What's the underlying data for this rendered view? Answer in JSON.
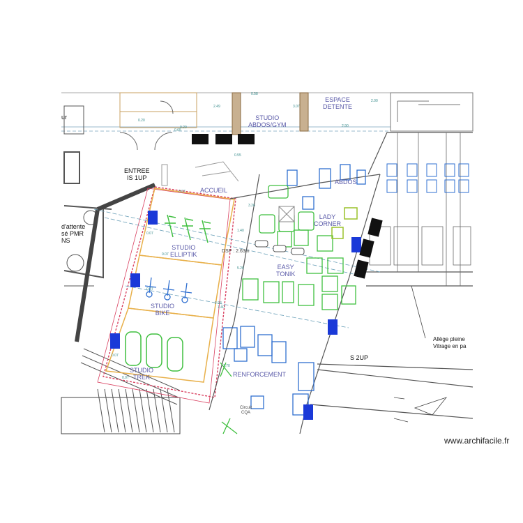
{
  "plan": {
    "rooms": {
      "studio_abdos_gym": [
        "STUDIO",
        "ABDOS/GYM"
      ],
      "espace_detente": [
        "ESPACE",
        "DETENTE"
      ],
      "entree": [
        "ENTREE",
        "IS 1UP"
      ],
      "accueil": "ACCUEIL",
      "abdos": "ABDOS",
      "lady_corner": [
        "LADY",
        "CORNER"
      ],
      "studio_elliptik": [
        "STUDIO",
        "ELLIPTIK"
      ],
      "easy_tonik": [
        "EASY",
        "TONIK"
      ],
      "studio_bike": [
        "STUDIO",
        "BIKE"
      ],
      "studio_trek": [
        "STUDIO",
        "TREK"
      ],
      "renforcement": "RENFORCEMENT",
      "circuit": [
        "Circuit",
        "CQA"
      ],
      "s2up": "S 2UP",
      "salle_attente": [
        "d'attente",
        "sé PMR",
        "NS"
      ],
      "ur": "ur"
    },
    "annotations": {
      "allege_line1": "Allège pleine",
      "allege_line2": "Vitrage en pa",
      "dsp": "DSP : 2.63m"
    },
    "dimensions": [
      "0.07",
      "0.07",
      "0.07",
      "0.07",
      "0.07",
      "0.07",
      "1.40",
      "3.26",
      "5.26",
      "7.70",
      "2.49",
      "3.07",
      "2.00",
      "0.55",
      "0.58",
      "0.20",
      "0.20",
      "2.93",
      "1.40",
      "0.65",
      "2.90"
    ],
    "colors": {
      "wall": "#555555",
      "room_line": "#e8b04a",
      "accent_red": "#d94060",
      "equipment_green": "#3fbf3f",
      "equipment_blue": "#2f6fd0",
      "label": "#5a5aa8",
      "blue_block": "#1a39d8",
      "dark_block": "#111111",
      "grid_line": "#6aa0b8"
    }
  },
  "watermark": "www.archifacile.fr"
}
